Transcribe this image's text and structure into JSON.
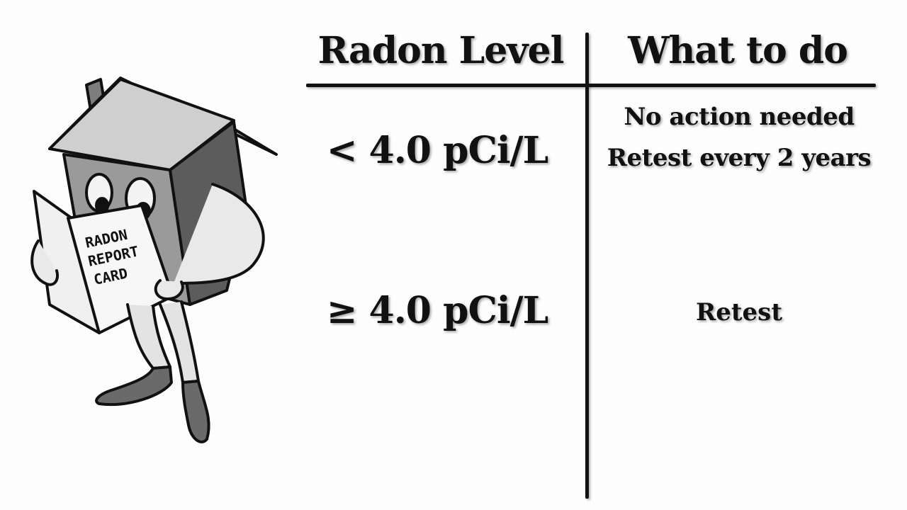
{
  "table": {
    "headers": {
      "level": "Radon Level",
      "action": "What to do"
    },
    "rows": [
      {
        "level": "< 4.0 pCi/L",
        "action_lines": [
          "No action needed",
          "Retest every 2 years"
        ]
      },
      {
        "level": "≥ 4.0 pCi/L",
        "action_lines": [
          "Retest"
        ]
      }
    ]
  },
  "illustration": {
    "subject": "house-mascot-reading-report",
    "card_lines": [
      "RADON",
      "REPORT",
      "CARD"
    ]
  },
  "colors": {
    "background": "#fdfdfd",
    "ink": "#111111",
    "house_wall": "#9a9a9a",
    "house_roof": "#c4c4c4",
    "house_side": "#5a5a5a"
  }
}
